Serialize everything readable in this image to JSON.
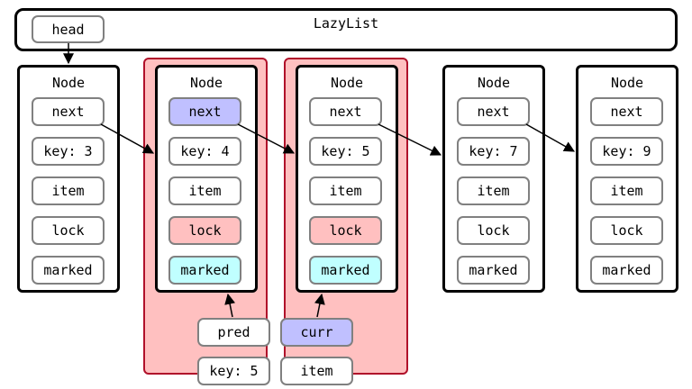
{
  "lazylist": {
    "title": "LazyList",
    "head_label": "head"
  },
  "node_title": "Node",
  "nodes": [
    {
      "next": "next",
      "key": "key: 3",
      "item": "item",
      "lock": "lock",
      "marked": "marked"
    },
    {
      "next": "next",
      "key": "key: 4",
      "item": "item",
      "lock": "lock",
      "marked": "marked"
    },
    {
      "next": "next",
      "key": "key: 5",
      "item": "item",
      "lock": "lock",
      "marked": "marked"
    },
    {
      "next": "next",
      "key": "key: 7",
      "item": "item",
      "lock": "lock",
      "marked": "marked"
    },
    {
      "next": "next",
      "key": "key: 9",
      "item": "item",
      "lock": "lock",
      "marked": "marked"
    }
  ],
  "pointers": {
    "pred": "pred",
    "curr": "curr",
    "key": "key: 5",
    "item": "item"
  },
  "colors": {
    "blue": "#c0c0ff",
    "red": "#ffc0c0",
    "cyan": "#c0ffff",
    "frame": "#b0102a"
  }
}
